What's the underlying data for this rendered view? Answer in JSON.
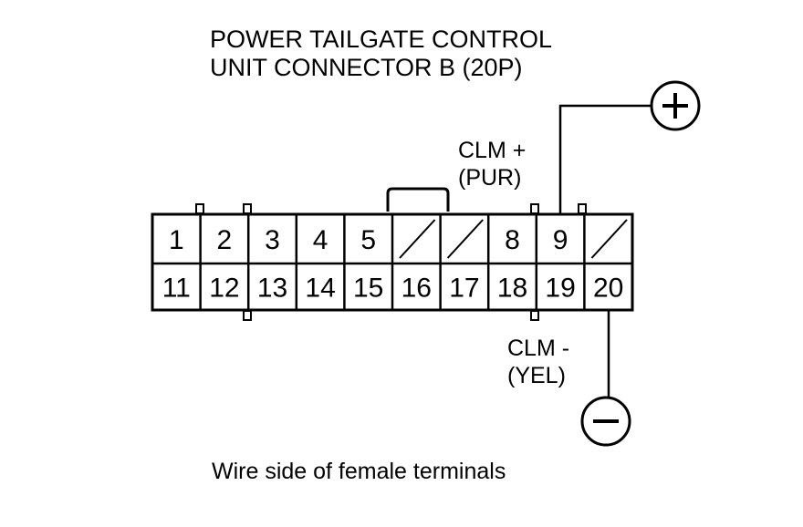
{
  "title": {
    "line1": "POWER TAILGATE CONTROL",
    "line2": "UNIT CONNECTOR B (20P)"
  },
  "connector": {
    "top_row": [
      "1",
      "2",
      "3",
      "4",
      "5",
      "",
      "",
      "8",
      "9",
      ""
    ],
    "bottom_row": [
      "11",
      "12",
      "13",
      "14",
      "15",
      "16",
      "17",
      "18",
      "19",
      "20"
    ]
  },
  "clm_plus": {
    "label": "CLM +",
    "color": "(PUR)",
    "pin": "9",
    "symbol": "plus"
  },
  "clm_minus": {
    "label": "CLM -",
    "color": "(YEL)",
    "pin": "20",
    "symbol": "minus"
  },
  "caption": "Wire side of female terminals"
}
